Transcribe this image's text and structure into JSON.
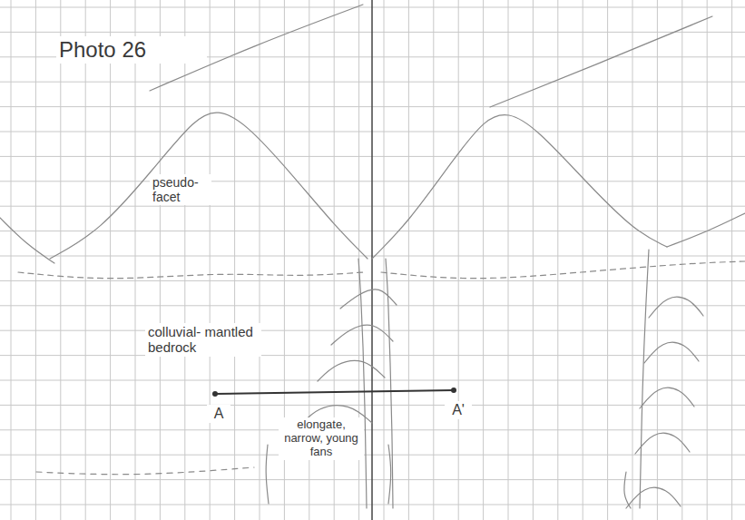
{
  "diagram": {
    "title": "Photo 26",
    "labels": [
      "pseudo- facet",
      "colluvial- mantled bedrock",
      "A",
      "A'",
      "elongate, narrow, young fans"
    ]
  }
}
